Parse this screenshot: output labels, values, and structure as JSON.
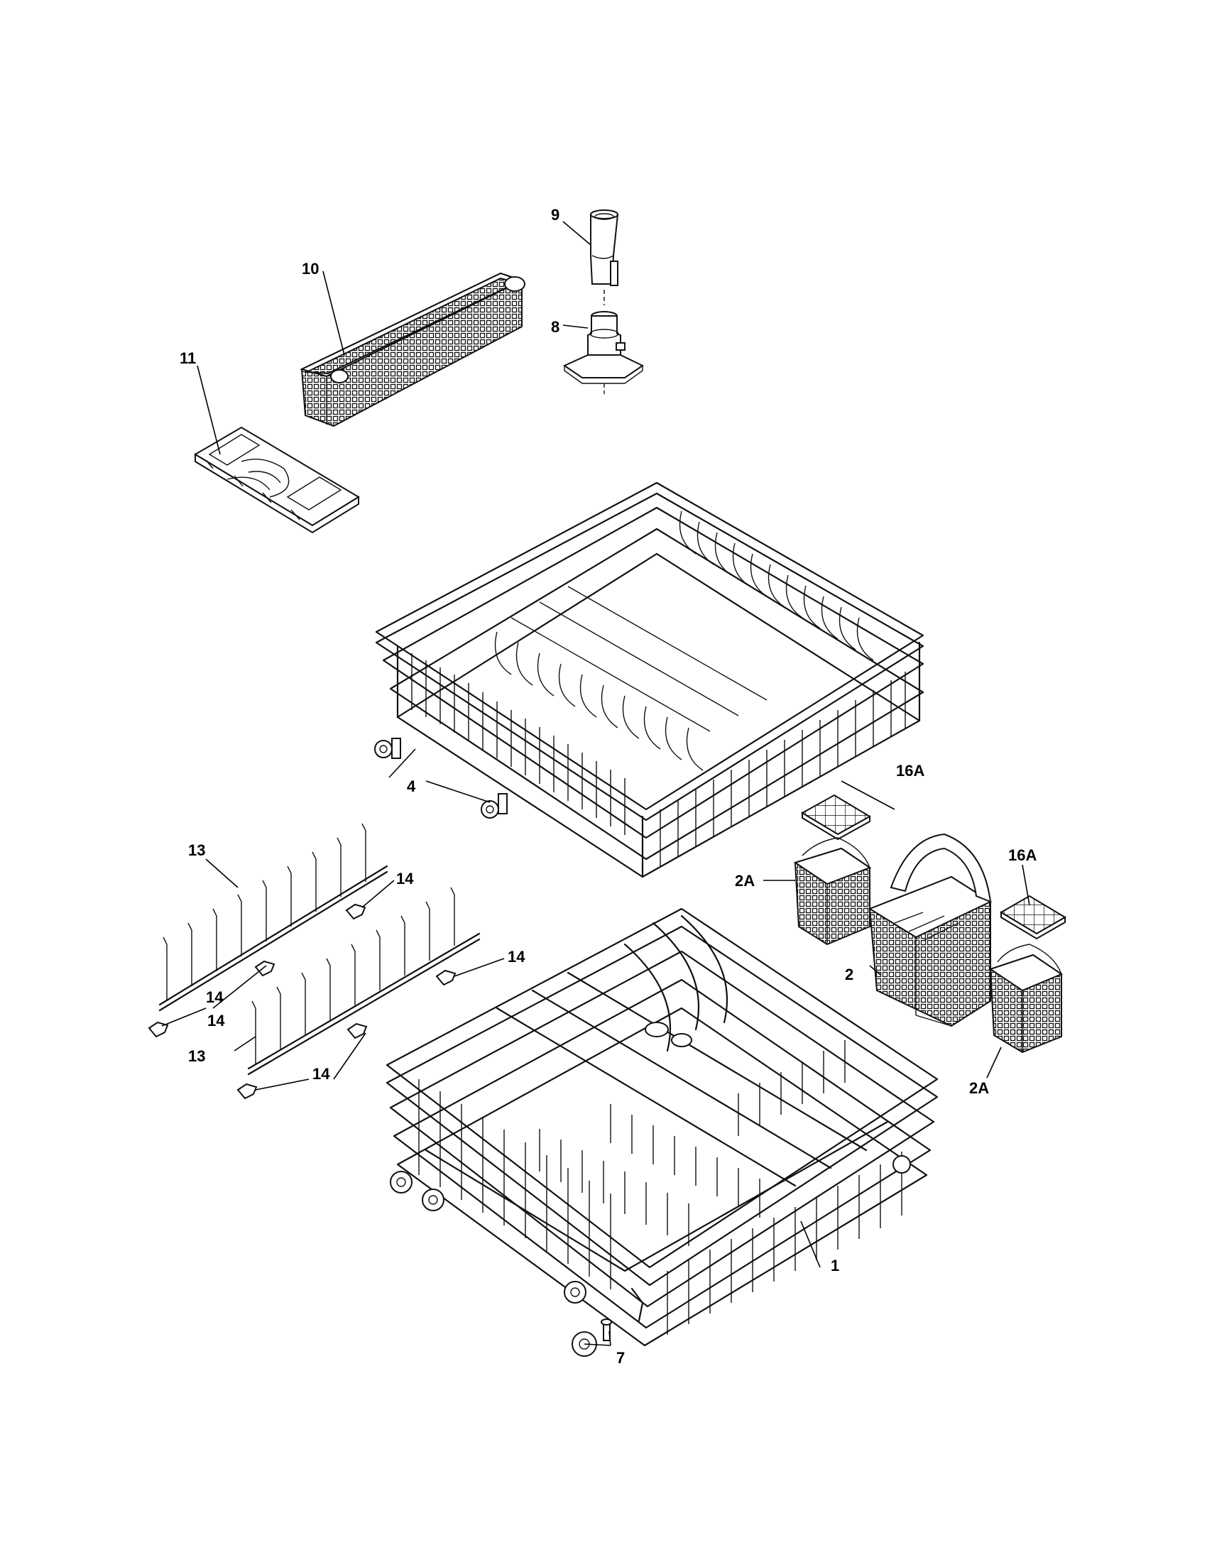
{
  "callouts": {
    "c1": "1",
    "c2": "2",
    "c2a_left": "2A",
    "c2a_right": "2A",
    "c4": "4",
    "c7": "7",
    "c8": "8",
    "c9": "9",
    "c10": "10",
    "c11": "11",
    "c13_top": "13",
    "c13_bottom": "13",
    "c14_a": "14",
    "c14_b": "14",
    "c14_c": "14",
    "c14_d": "14",
    "c14_e": "14",
    "c16a_left": "16A",
    "c16a_right": "16A"
  },
  "ink_color": "#111111",
  "background_color": "#ffffff"
}
